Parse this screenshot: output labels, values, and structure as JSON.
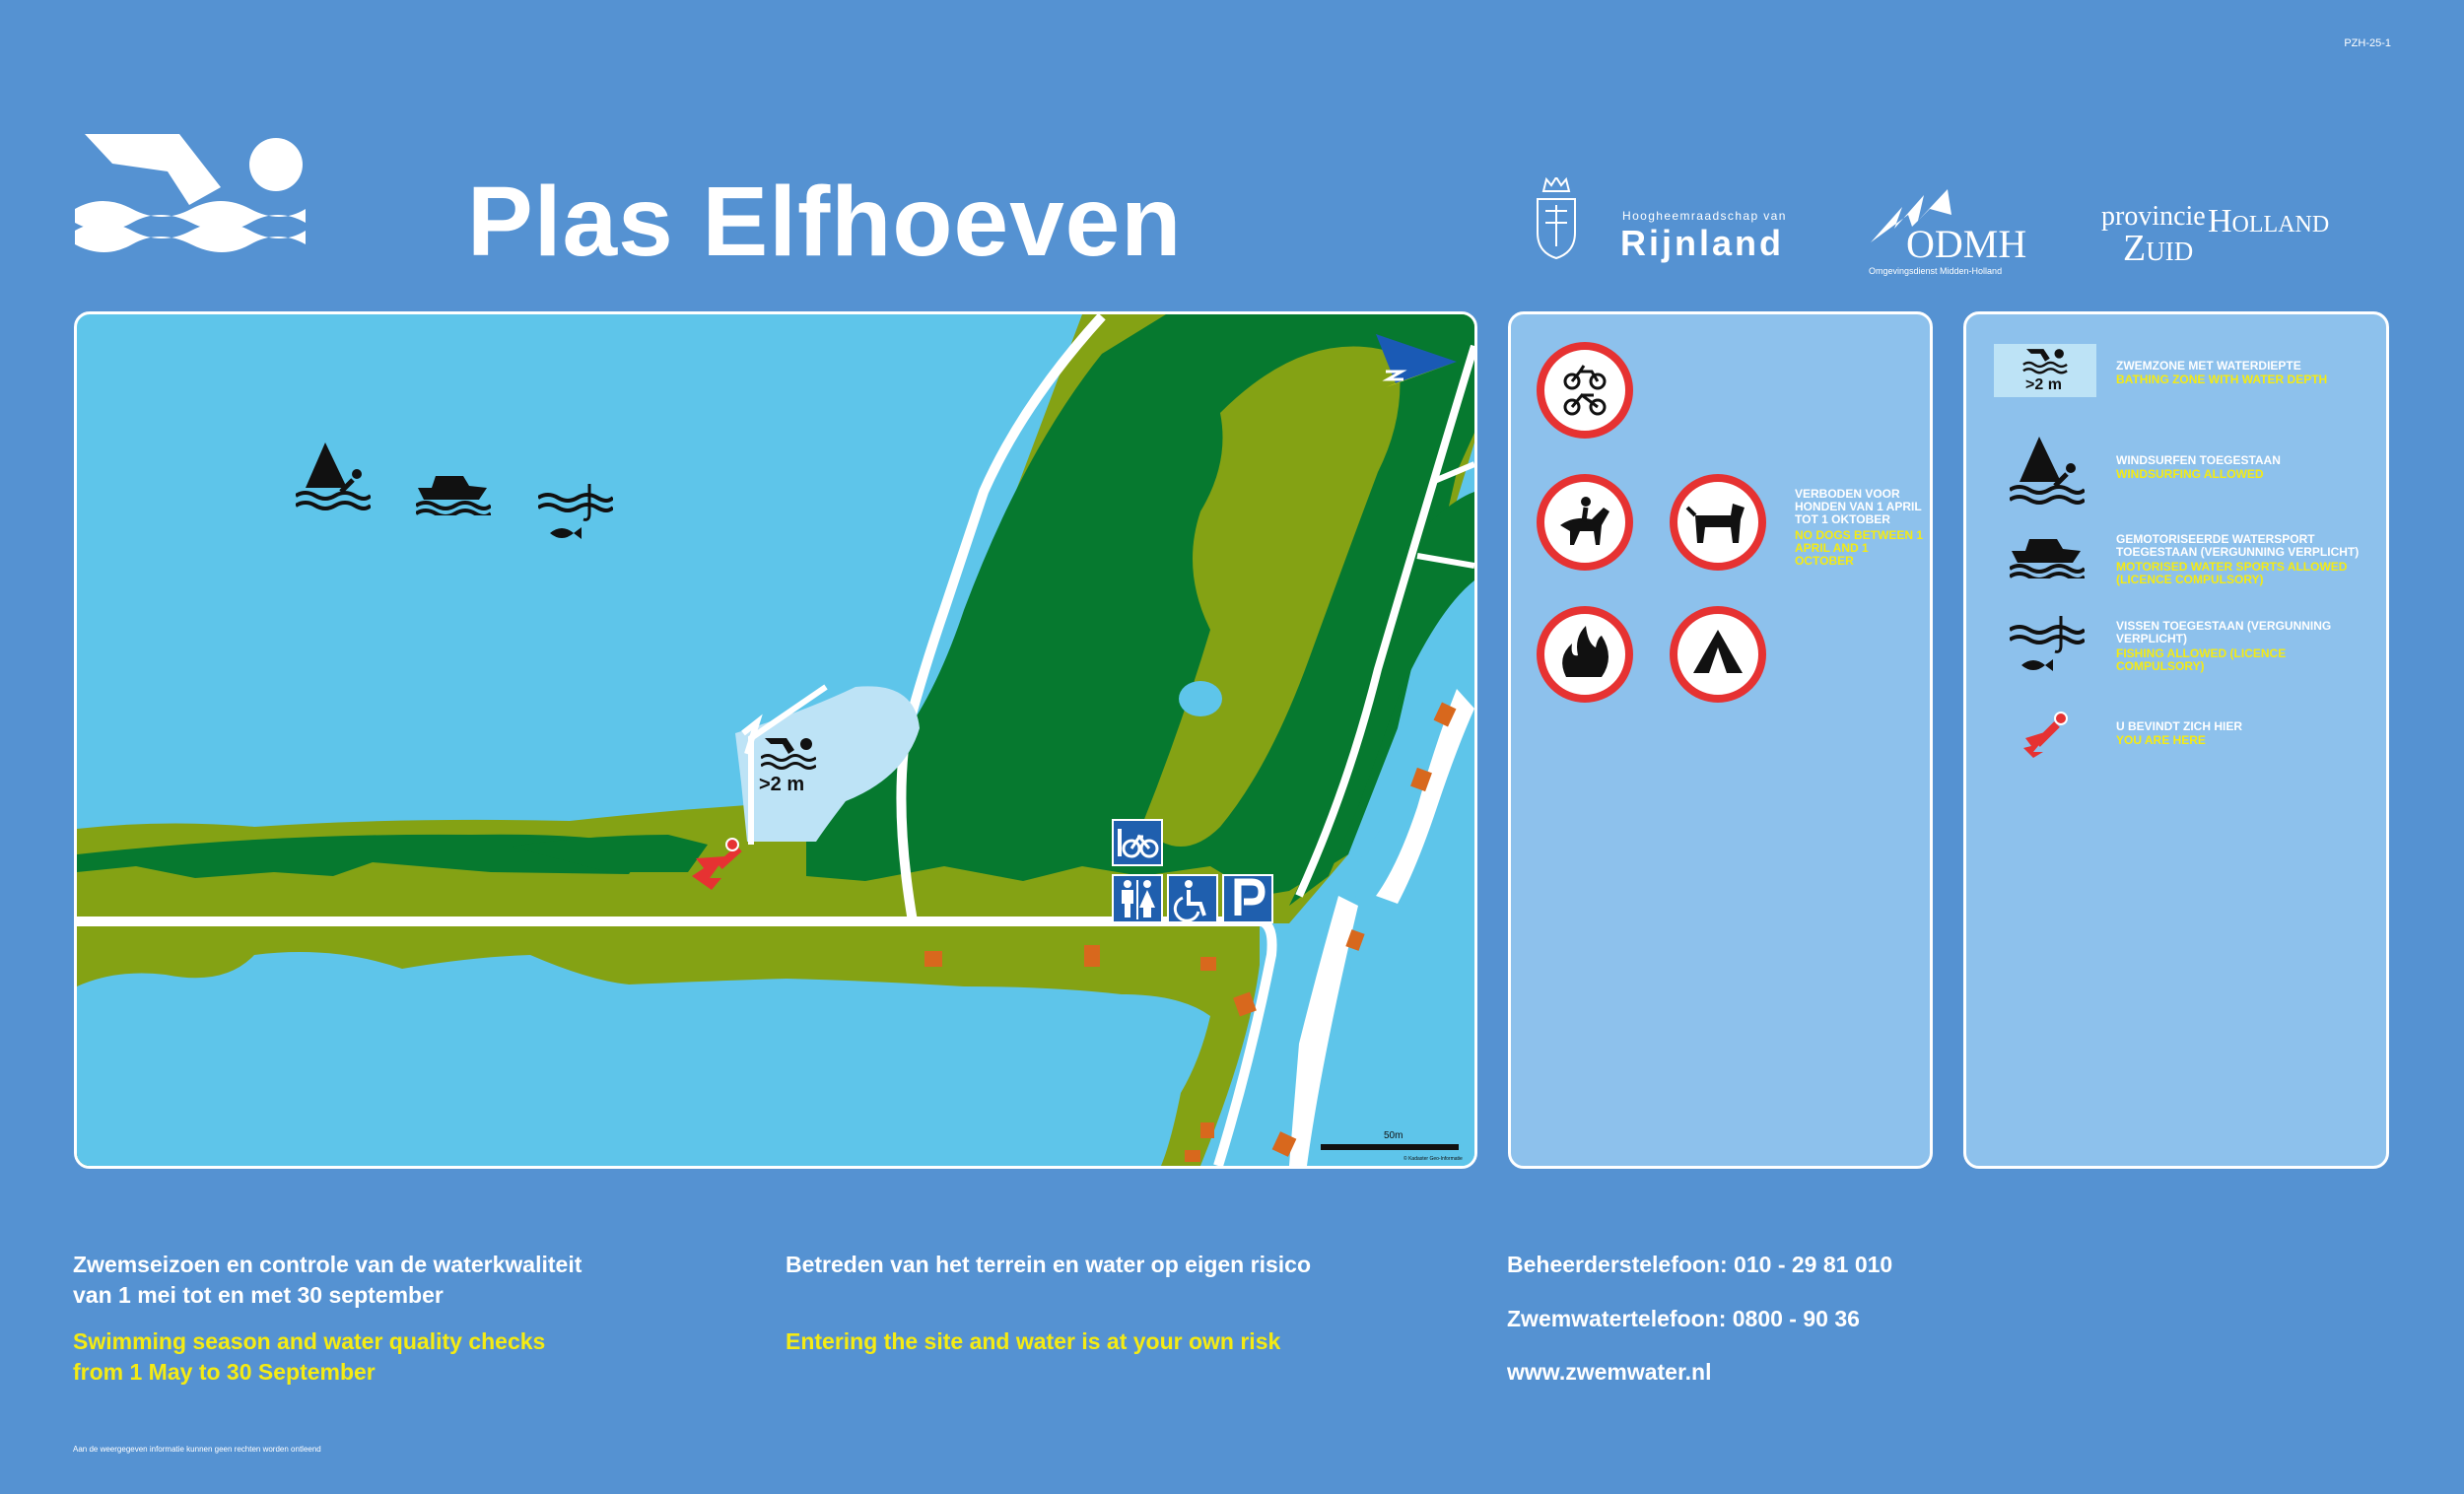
{
  "header": {
    "code": "PZH-25-1",
    "title": "Plas Elfhoeven"
  },
  "logos": {
    "rijnland_small": "Hoogheemraadschap van",
    "rijnland_big": "Rijnland",
    "odmh_name": "ODMH",
    "odmh_sub": "Omgevingsdienst Midden-Holland",
    "provincie": "provincie",
    "zuid": "Zuid",
    "holland": "Holland"
  },
  "map": {
    "depth_label": ">2 m",
    "scale_label": "50m",
    "copyright": "© Kadaster Geo-Informatie"
  },
  "prohibitions": {
    "dogs_nl": "VERBODEN VOOR HONDEN VAN 1 APRIL TOT 1 OKTOBER",
    "dogs_en": "NO DOGS BETWEEN 1 APRIL AND 1 OCTOBER"
  },
  "legend": [
    {
      "nl": "ZWEMZONE MET WATERDIEPTE",
      "en": "BATHING ZONE WITH WATER DEPTH"
    },
    {
      "nl": "WINDSURFEN TOEGESTAAN",
      "en": "WINDSURFING ALLOWED"
    },
    {
      "nl": "GEMOTORISEERDE WATERSPORT TOEGESTAAN (VERGUNNING VERPLICHT)",
      "en": "MOTORISED WATER SPORTS ALLOWED (LICENCE COMPULSORY)"
    },
    {
      "nl": "VISSEN TOEGESTAAN (VERGUNNING VERPLICHT)",
      "en": "FISHING ALLOWED (LICENCE COMPULSORY)"
    },
    {
      "nl": "U BEVINDT ZICH HIER",
      "en": "YOU ARE HERE"
    }
  ],
  "legend_depth_label": ">2 m",
  "footer": {
    "season_nl_1": "Zwemseizoen en controle van de waterkwaliteit",
    "season_nl_2": "van 1 mei tot en met 30 september",
    "season_en_1": "Swimming season and water quality checks",
    "season_en_2": "from 1 May to 30 September",
    "risk_nl": "Betreden van het terrein en water op eigen risico",
    "risk_en": "Entering the site and water is at your own risk",
    "phone_manager": "Beheerderstelefoon: 010 - 29 81 010",
    "phone_swim": "Zwemwatertelefoon: 0800 - 90 36",
    "website": "www.zwemwater.nl",
    "disclaimer": "Aan de weergegeven informatie kunnen geen rechten worden ontleend"
  },
  "colors": {
    "background": "#5592d2",
    "water": "#5ec5ea",
    "grass_light": "#84a214",
    "grass_dark": "#06792f",
    "sign_red": "#e63232",
    "english_text": "#f5eb13"
  }
}
